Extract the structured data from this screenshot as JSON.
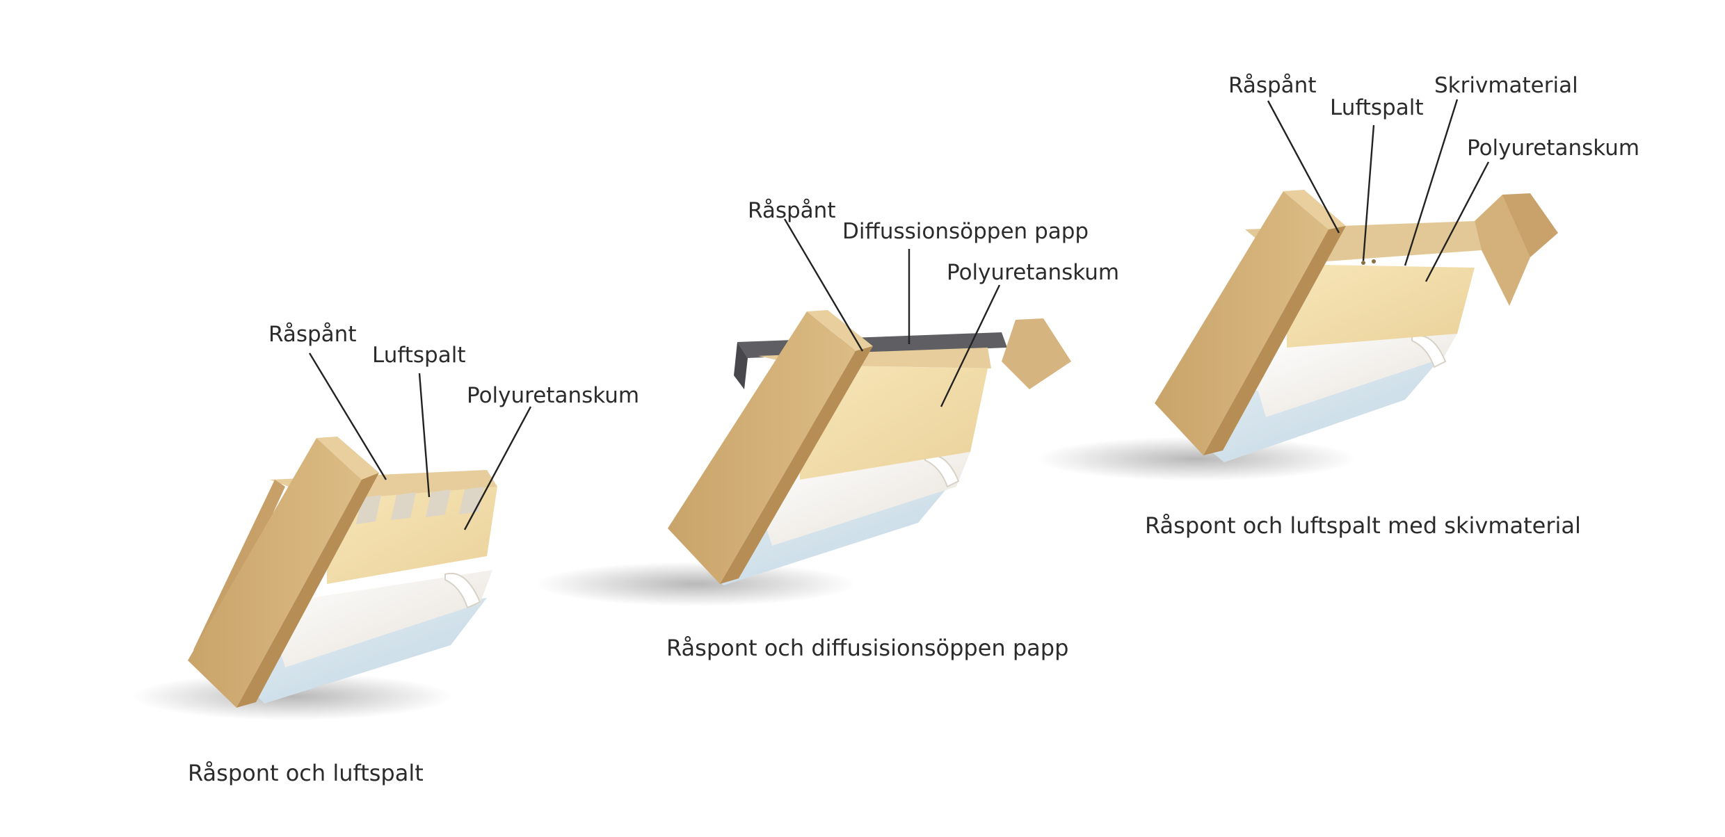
{
  "diagrams": [
    {
      "caption": "Råspont och luftspalt",
      "labels": [
        "Råspånt",
        "Luftspalt",
        "Polyuretanskum"
      ]
    },
    {
      "caption": "Råspont och diffusisionsöppen papp",
      "labels": [
        "Råspånt",
        "Diffussionsöppen papp",
        "Polyuretanskum"
      ]
    },
    {
      "caption": "Råspont och luftspalt med skivmaterial",
      "labels": [
        "Råspånt",
        "Luftspalt",
        "Skrivmaterial",
        "Polyuretanskum"
      ]
    }
  ],
  "colors": {
    "wood": "#d4b27c",
    "wood_light": "#e2c896",
    "wood_dark": "#b8935a",
    "foam": "#f1dba5",
    "paper": "#f4f1ec",
    "ceiling": "#cfe0ea",
    "membrane": "#5f5f63",
    "leader": "#222222"
  }
}
